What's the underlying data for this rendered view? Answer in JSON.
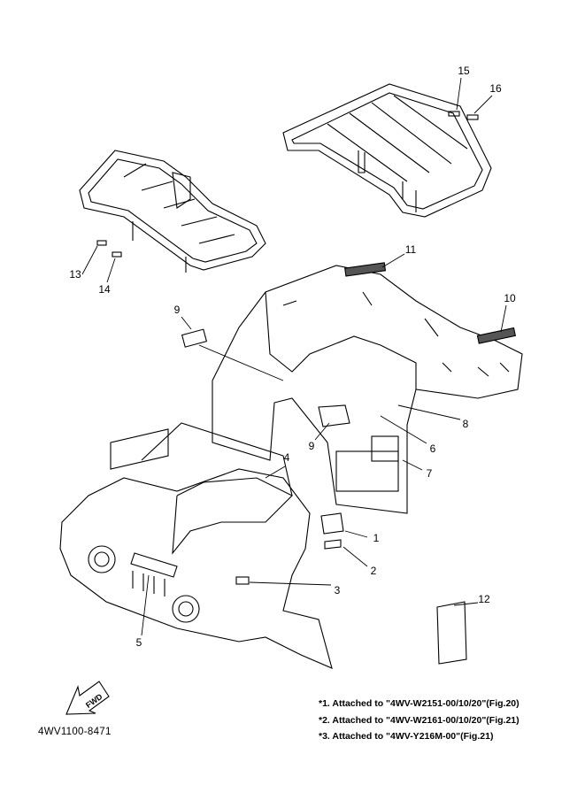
{
  "diagram": {
    "callouts": [
      {
        "id": "c15",
        "label": "15"
      },
      {
        "id": "c16",
        "label": "16"
      },
      {
        "id": "c13",
        "label": "13"
      },
      {
        "id": "c14",
        "label": "14"
      },
      {
        "id": "c11",
        "label": "11"
      },
      {
        "id": "c10",
        "label": "10"
      },
      {
        "id": "c9a",
        "label": "9"
      },
      {
        "id": "c9b",
        "label": "9"
      },
      {
        "id": "c8",
        "label": "8"
      },
      {
        "id": "c6",
        "label": "6"
      },
      {
        "id": "c7",
        "label": "7"
      },
      {
        "id": "c4",
        "label": "4"
      },
      {
        "id": "c1",
        "label": "1"
      },
      {
        "id": "c2",
        "label": "2"
      },
      {
        "id": "c3",
        "label": "3"
      },
      {
        "id": "c12",
        "label": "12"
      },
      {
        "id": "c5",
        "label": "5"
      }
    ],
    "fwd_label": "FWD",
    "part_number": "4WV1100-8471",
    "notes": [
      "*1. Attached to \"4WV-W2151-00/10/20\"(Fig.20)",
      "*2. Attached to \"4WV-W2161-00/10/20\"(Fig.21)",
      "*3. Attached to \"4WV-Y216M-00\"(Fig.21)"
    ]
  }
}
